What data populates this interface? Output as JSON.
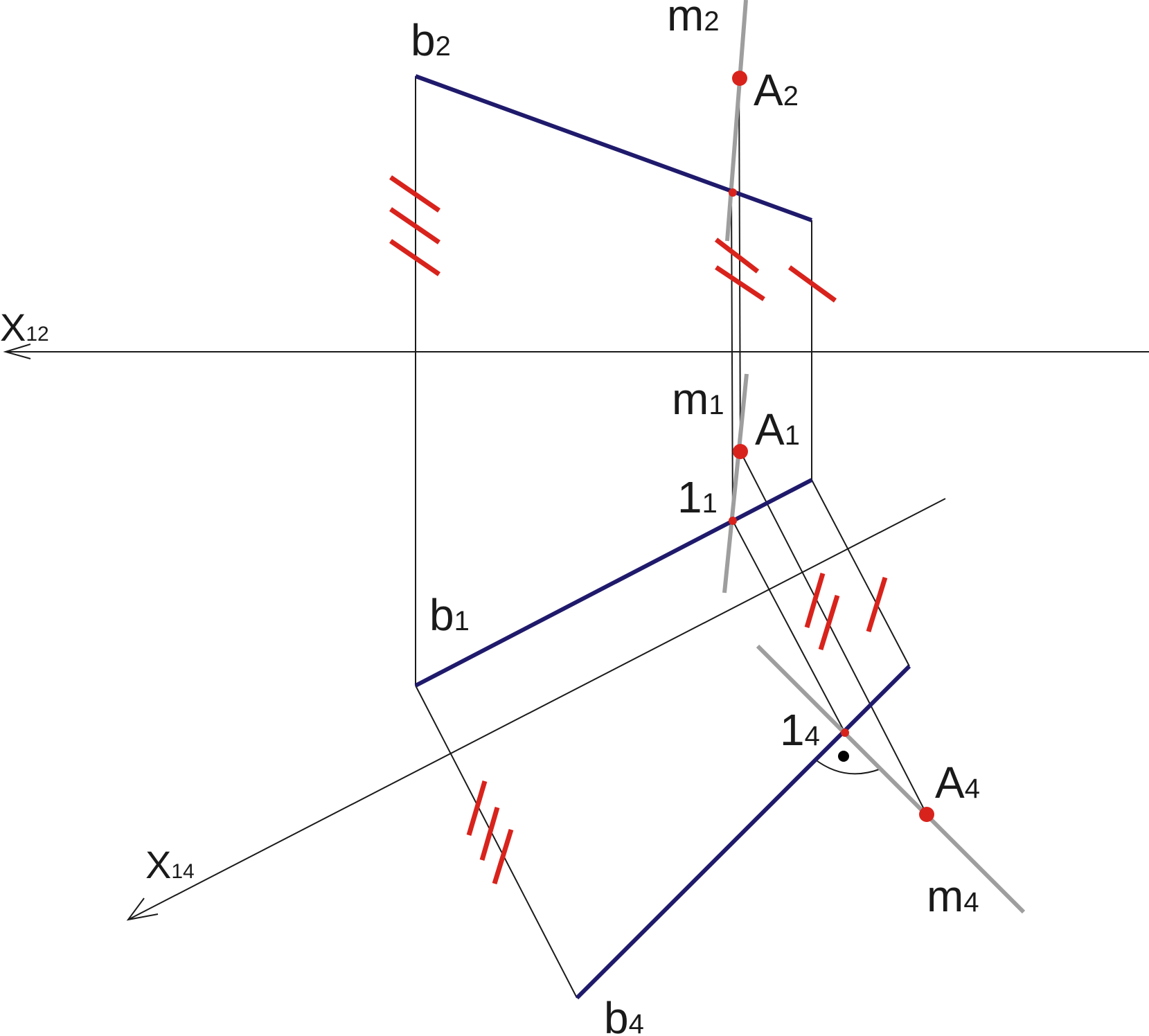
{
  "colors": {
    "thin_line": "#1a1a1a",
    "bold_line": "#1f1a6b",
    "trace_line": "#9e9e9e",
    "tick_mark": "#d8231c",
    "point": "#d8231c",
    "background": "#ffffff"
  },
  "labels": {
    "b2": {
      "main": "b",
      "sub": "2"
    },
    "m2": {
      "main": "m",
      "sub": "2"
    },
    "A2": {
      "main": "A",
      "sub": "2"
    },
    "X12": {
      "main": "X",
      "sub": "12"
    },
    "m1": {
      "main": "m",
      "sub": "1"
    },
    "A1": {
      "main": "A",
      "sub": "1"
    },
    "p11": {
      "main": "1",
      "sub": "1"
    },
    "b1": {
      "main": "b",
      "sub": "1"
    },
    "p14": {
      "main": "1",
      "sub": "4"
    },
    "A4": {
      "main": "A",
      "sub": "4"
    },
    "X14": {
      "main": "X",
      "sub": "14"
    },
    "m4": {
      "main": "m",
      "sub": "4"
    },
    "b4": {
      "main": "b",
      "sub": "4"
    }
  }
}
